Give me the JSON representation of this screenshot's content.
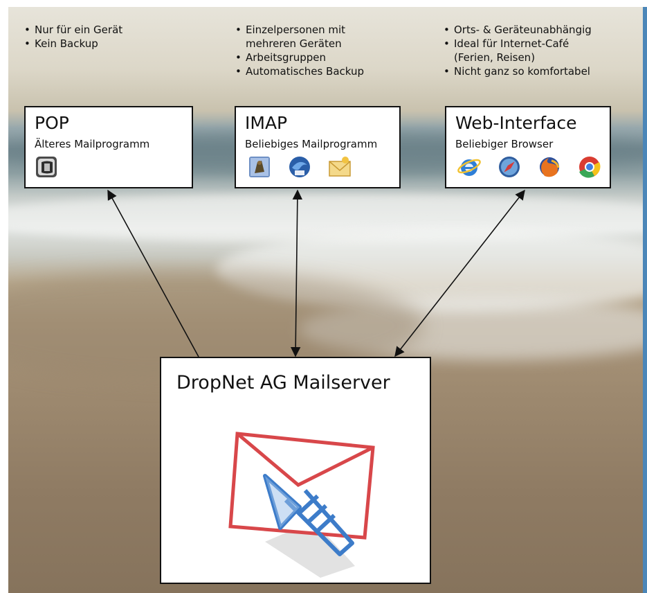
{
  "background": {
    "icon": "beach-photo",
    "accent_edge_color": "#4b86b8"
  },
  "pop": {
    "bullets": [
      "Nur für ein Gerät",
      "Kein Backup"
    ],
    "title": "POP",
    "subtitle": "Älteres Mailprogramm",
    "icons": [
      "outlook-icon"
    ]
  },
  "imap": {
    "bullets": [
      "Einzelpersonen mit",
      "mehreren Geräten",
      "Arbeitsgruppen",
      "Automatisches Backup"
    ],
    "title": "IMAP",
    "subtitle": "Beliebiges Mailprogramm",
    "icons": [
      "mac-mail-icon",
      "thunderbird-icon",
      "mail-envelope-icon"
    ]
  },
  "web": {
    "bullets": [
      "Orts- & Geräteunabhängig",
      "Ideal für Internet-Café",
      "(Ferien, Reisen)",
      "Nicht ganz so komfortabel"
    ],
    "title": "Web-Interface",
    "subtitle": "Beliebiger Browser",
    "icons": [
      "internet-explorer-icon",
      "safari-icon",
      "firefox-icon",
      "chrome-icon"
    ]
  },
  "server": {
    "title": "DropNet AG Mailserver",
    "icon": "envelope-pen-logo-icon",
    "envelope_color": "#d8474a",
    "pen_color": "#3d7cc9"
  },
  "arrows": [
    {
      "from": "server",
      "to": "pop",
      "style": "single-headed"
    },
    {
      "from": "server",
      "to": "imap",
      "style": "double-headed"
    },
    {
      "from": "server",
      "to": "web",
      "style": "double-headed"
    }
  ]
}
